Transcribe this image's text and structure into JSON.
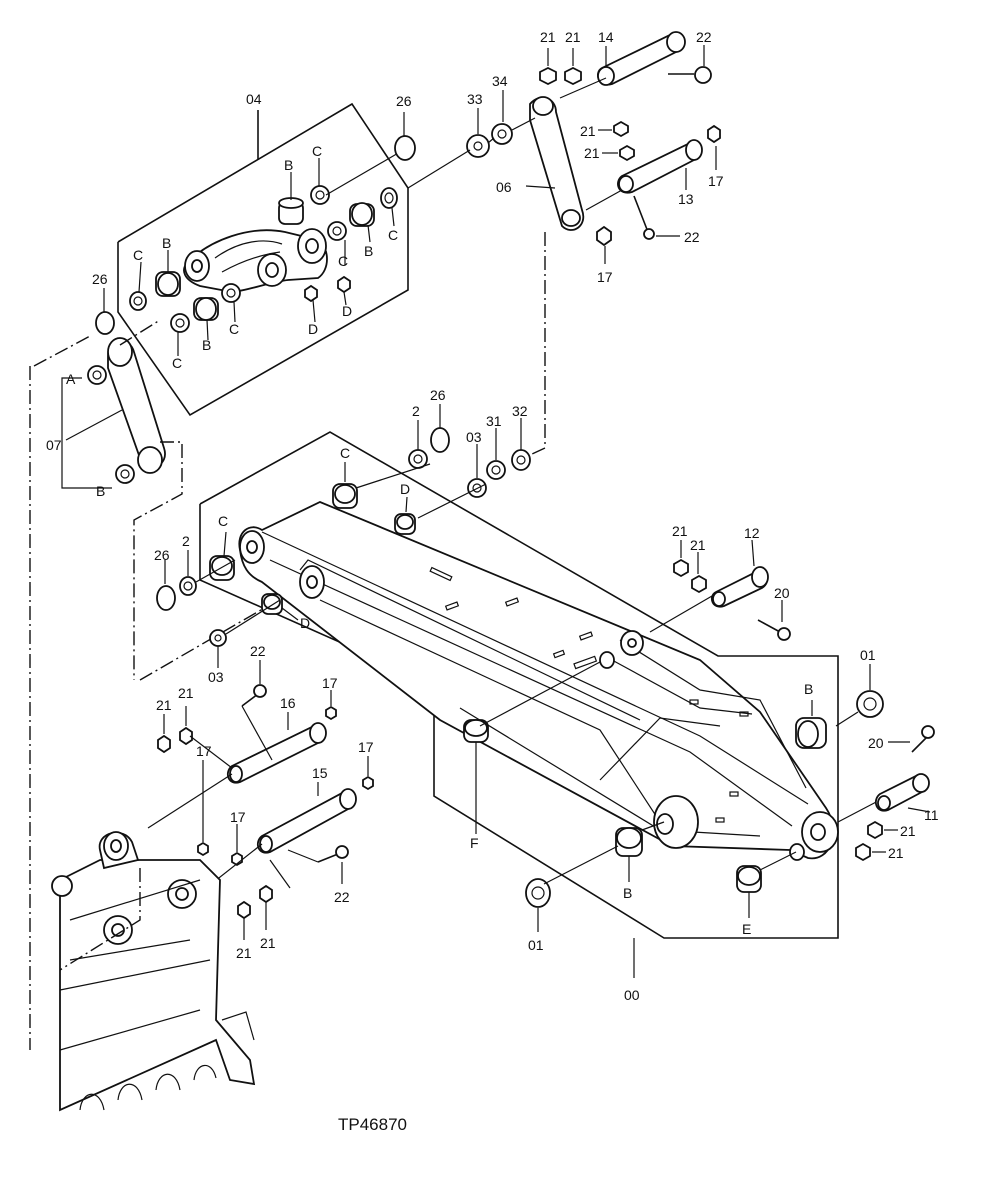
{
  "drawing_code": "TP46870",
  "labels": {
    "l00": "00",
    "l01a": "01",
    "l01b": "01",
    "l02a": "2",
    "l02b": "2",
    "l03a": "03",
    "l03b": "03",
    "l04": "04",
    "l06": "06",
    "l07": "07",
    "l11": "11",
    "l12": "12",
    "l13": "13",
    "l14": "14",
    "l15": "15",
    "l16": "16",
    "l17a": "17",
    "l17b": "17",
    "l17c": "17",
    "l17d": "17",
    "l17e": "17",
    "l17f": "17",
    "l20a": "20",
    "l20b": "20",
    "l21a": "21",
    "l21b": "21",
    "l21c": "21",
    "l21d": "21",
    "l21e": "21",
    "l21f": "21",
    "l21g": "21",
    "l21h": "21",
    "l21i": "21",
    "l21j": "21",
    "l21k": "21",
    "l21l": "21",
    "l22a": "22",
    "l22b": "22",
    "l22c": "22",
    "l22d": "22",
    "l26a": "26",
    "l26b": "26",
    "l26c": "26",
    "l26d": "26",
    "l31": "31",
    "l32": "32",
    "l33": "33",
    "l34": "34",
    "lA": "A",
    "lB1": "B",
    "lB2": "B",
    "lB3": "B",
    "lB4": "B",
    "lB5": "B",
    "lB6": "B",
    "lC1": "C",
    "lC2": "C",
    "lC3": "C",
    "lC4": "C",
    "lC5": "C",
    "lC6": "C",
    "lC7": "C",
    "lC8": "C",
    "lD1": "D",
    "lD2": "D",
    "lD3": "D",
    "lD4": "D",
    "lE": "E",
    "lF": "F"
  }
}
